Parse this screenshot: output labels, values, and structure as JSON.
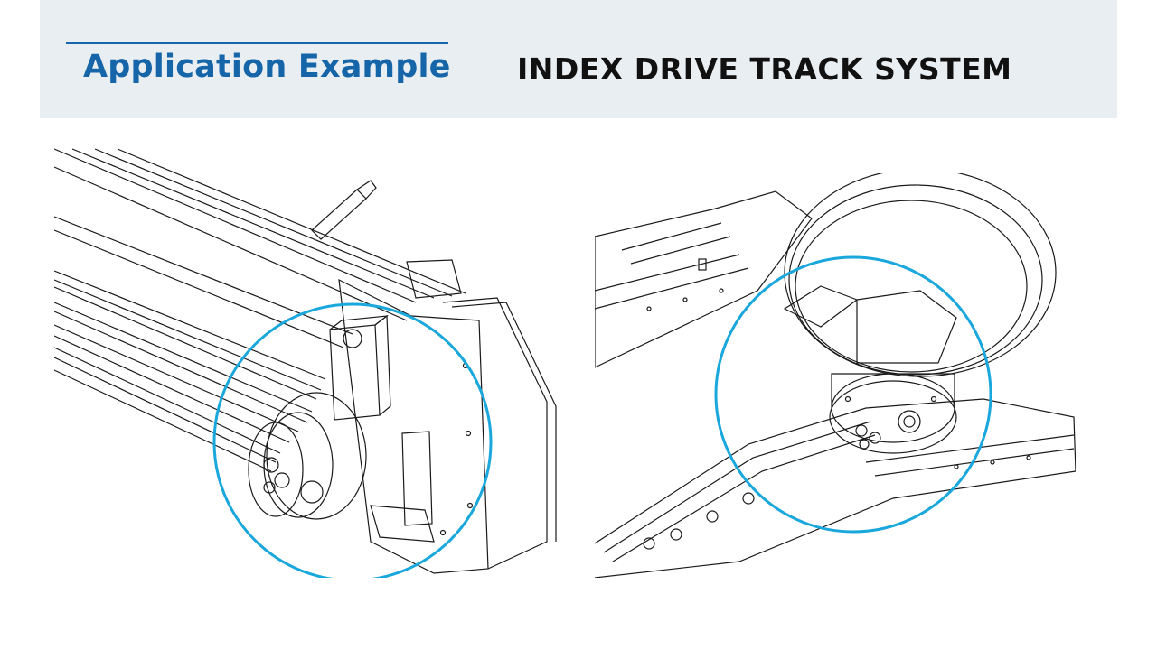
{
  "header": {
    "section_title": "Application Example",
    "page_title": "INDEX DRIVE TRACK SYSTEM"
  },
  "theme": {
    "accent_color": "#1565a8",
    "highlight_circle_color": "#1aa7dc",
    "header_band_color": "#e9eef3"
  },
  "figures": [
    {
      "icon": "track-drive-drawing-icon",
      "highlight": "drive-unit-highlight-circle"
    },
    {
      "icon": "carousel-track-drawing-icon",
      "highlight": "drive-unit-highlight-circle"
    }
  ]
}
